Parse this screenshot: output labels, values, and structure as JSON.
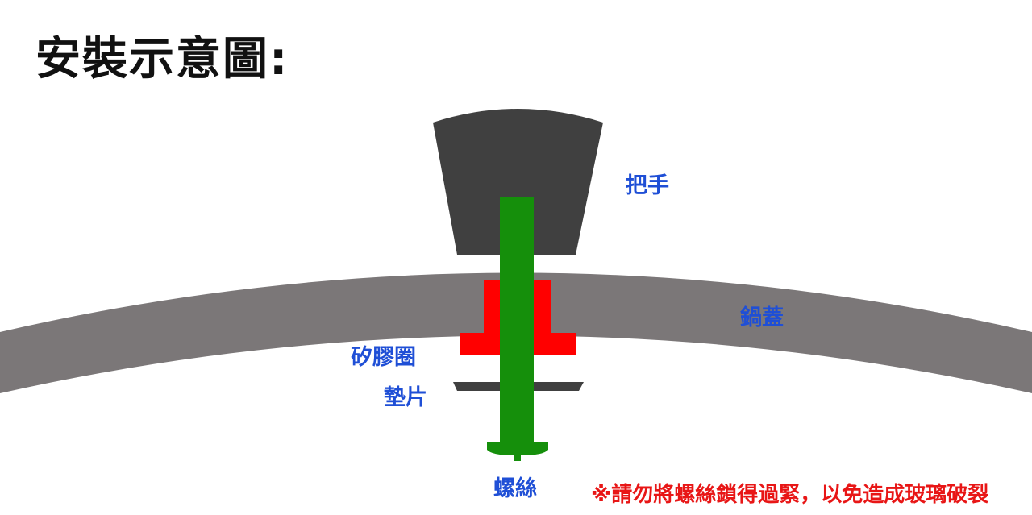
{
  "title": "安裝示意圖:",
  "labels": {
    "handle": "把手",
    "lid": "鍋蓋",
    "silicone_ring": "矽膠圈",
    "washer": "墊片",
    "screw": "螺絲"
  },
  "warning": "※請勿將螺絲鎖得過緊，以免造成玻璃破裂",
  "colors": {
    "handle": "#404040",
    "lid": "#7b7778",
    "silicone_ring": "#ff0000",
    "washer": "#404040",
    "screw": "#158f0b",
    "label": "#1f4fd6",
    "warning": "#e81616",
    "title": "#111111"
  }
}
